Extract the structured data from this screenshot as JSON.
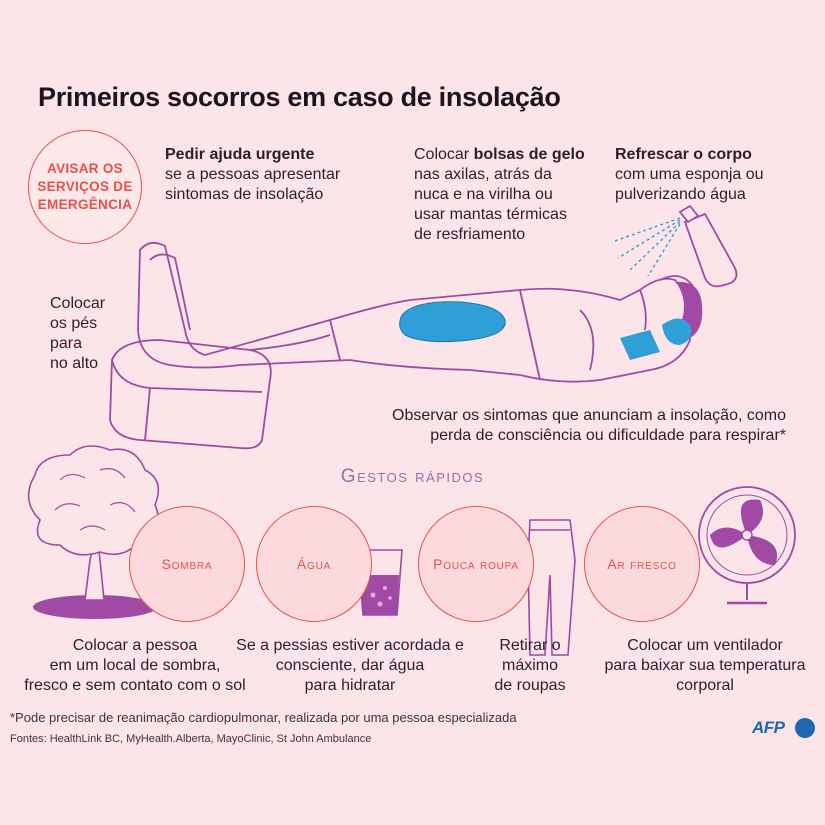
{
  "title": "Primeiros socorros em caso de insolação",
  "alert": "Avisar os serviços de emergência",
  "help": {
    "bold": "Pedir ajuda urgente",
    "line1": "se a pessoas apresentar",
    "line2": "sintomas de insolação"
  },
  "ice": {
    "pre": "Colocar ",
    "bold": "bolsas de gelo",
    "line1": "nas axilas, atrás da",
    "line2": "nuca e na virilha ou",
    "line3": "usar mantas térmicas",
    "line4": "de resfriamento"
  },
  "cool": {
    "bold": "Refrescar o corpo",
    "line1": "com uma esponja ou",
    "line2": "pulverizando água"
  },
  "feet": {
    "line1": "Colocar",
    "line2": "os pés",
    "line3": "para",
    "line4": "no alto"
  },
  "observe": {
    "line1": "Observar os sintomas que anunciam a insolação, como",
    "line2": "perda de consciência ou dificuldade para respirar*"
  },
  "quick_title": "Gestos rápidos",
  "gestures": [
    {
      "label": "Sombra",
      "cap1": "Colocar a pessoa",
      "cap2": "em um local de sombra,",
      "cap3": "fresco e sem contato com o sol"
    },
    {
      "label": "Água",
      "cap1": "Se a pessias estiver acordada e",
      "cap2": "consciente, dar água",
      "cap3": "para hidratar"
    },
    {
      "label": "Pouca roupa",
      "cap1": "Retirar o",
      "cap2": "máximo",
      "cap3": "de roupas"
    },
    {
      "label": "Ar fresco",
      "cap1": "Colocar um ventilador",
      "cap2": "para baixar sua temperatura",
      "cap3": "corporal"
    }
  ],
  "footnote": "*Pode precisar de reanimação cardiopulmonar, realizada por uma pessoa especializada",
  "sources": "Fontes:  HealthLink BC, MyHealth.Alberta, MayoClinic, St John Ambulance",
  "logo": "AFP",
  "colors": {
    "accent": "#e8514a",
    "purple": "#a04aa6",
    "ice": "#2f9fd8",
    "background": "#fbe5e9"
  }
}
